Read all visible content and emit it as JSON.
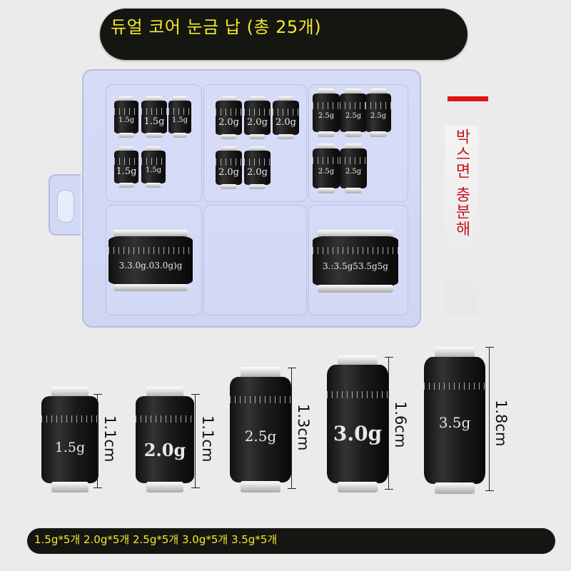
{
  "title": "듀얼 코어 눈금 납 (총 25개)",
  "side_note": "박스면 충분해",
  "bottom_caption": "1.5g*5개 2.0g*5개 2.5g*5개 3.0g*5개 3.5g*5개",
  "box_labels": {
    "c1": [
      "1.5g",
      "1.5g",
      "1.5g",
      "1.5g",
      "1.5g"
    ],
    "c2": [
      "2.0g",
      "2.0g",
      "2.0g",
      "2.0g",
      "2.0g"
    ],
    "c3": [
      "2.5g",
      "2.5g",
      "2.5g",
      "2.5g",
      "2.5g"
    ],
    "c4_text": "3.3.0g.03.0g)g",
    "c6_text": "3.:3.5g53.5g5g"
  },
  "products": [
    {
      "label": "1.5g",
      "height": "1.1cm"
    },
    {
      "label": "2.0g",
      "height": "1.1cm"
    },
    {
      "label": "2.5g",
      "height": "1.3cm"
    },
    {
      "label": "3.0g",
      "height": "1.6cm"
    },
    {
      "label": "3.5g",
      "height": "1.8cm"
    }
  ],
  "colors": {
    "banner_bg": "#151512",
    "banner_text": "#f3ea2a",
    "box_fill": "#d6dcf7",
    "accent_red": "#e01414"
  }
}
